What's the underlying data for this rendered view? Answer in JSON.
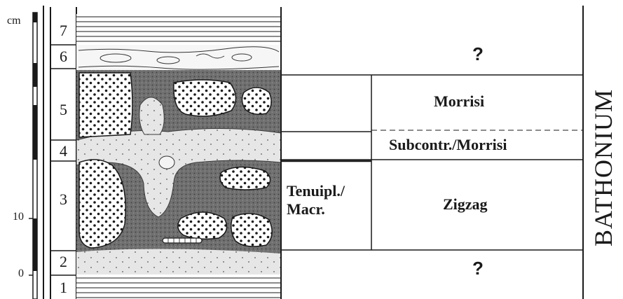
{
  "scale": {
    "unit": "cm",
    "tick_10": "10",
    "tick_0": "0"
  },
  "beds": [
    "1",
    "2",
    "3",
    "4",
    "5",
    "6",
    "7"
  ],
  "subzone": {
    "line1": "Tenuipl./",
    "line2": "Macr."
  },
  "zones": {
    "top_unknown": "?",
    "morrisi": "Morrisi",
    "subcontr_morrisi": "Subcontr./Morrisi",
    "zigzag": "Zigzag",
    "bottom_unknown": "?"
  },
  "stage": "BATHONIUM",
  "colors": {
    "ink": "#1a1a1a",
    "dark_sediment": "#6e6e6e",
    "light_sediment": "#e4e4e4"
  }
}
